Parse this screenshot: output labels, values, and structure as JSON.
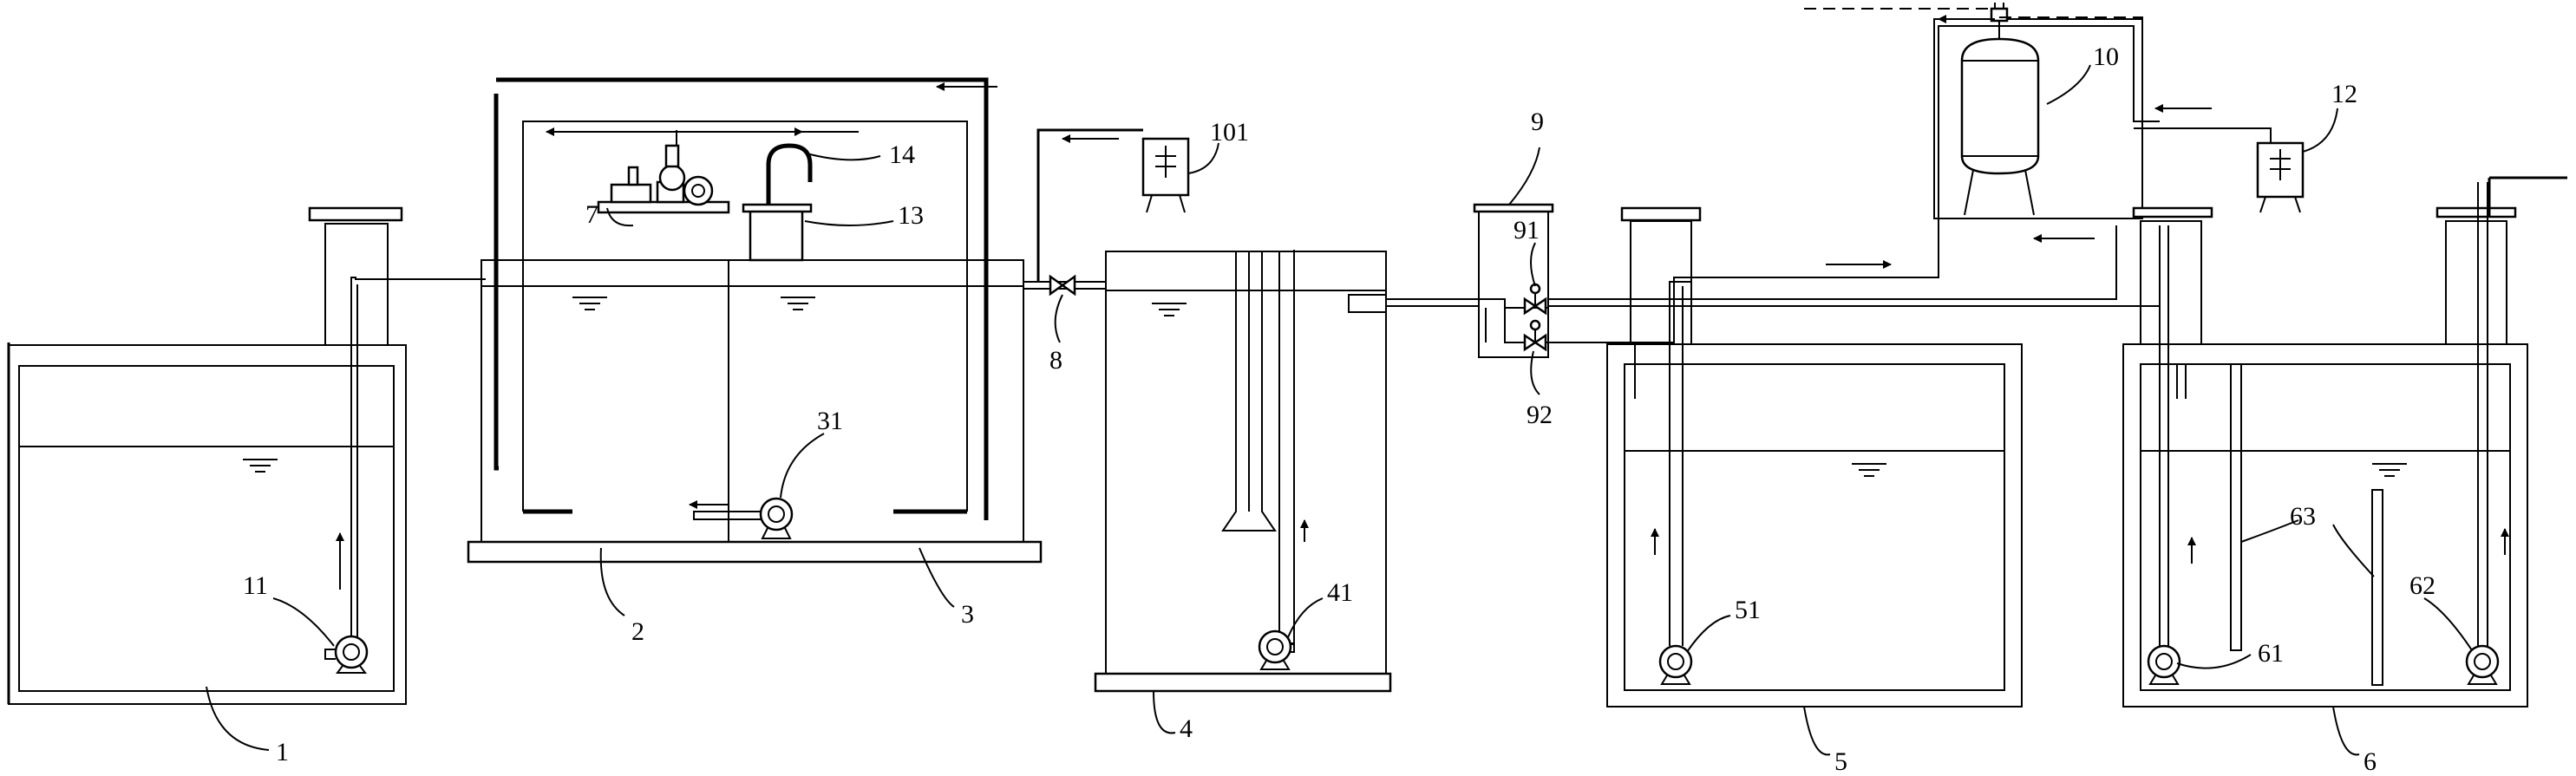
{
  "labels": {
    "tank_1": "1",
    "tank_2": "2",
    "tank_3": "3",
    "tank_4": "4",
    "tank_5": "5",
    "tank_6": "6",
    "blower_7": "7",
    "valve_8": "8",
    "valve_box_9": "9",
    "valve_91": "91",
    "valve_92": "92",
    "pressure_tank_10": "10",
    "doser_101": "101",
    "pump_11": "11",
    "doser_12": "12",
    "hood_13": "13",
    "pipe_14": "14",
    "pump_31": "31",
    "pump_41": "41",
    "pump_51": "51",
    "pump_61": "61",
    "pump_62": "62",
    "baffle_63": "63"
  },
  "colors": {
    "line": "#000000",
    "background": "#ffffff"
  },
  "icons": {
    "pump": "centrifugal-pump-icon",
    "valve": "bowtie-valve-icon",
    "water_level": "water-level-icon",
    "flow_arrow": "flow-arrow-icon",
    "doser": "dosing-tank-icon"
  }
}
